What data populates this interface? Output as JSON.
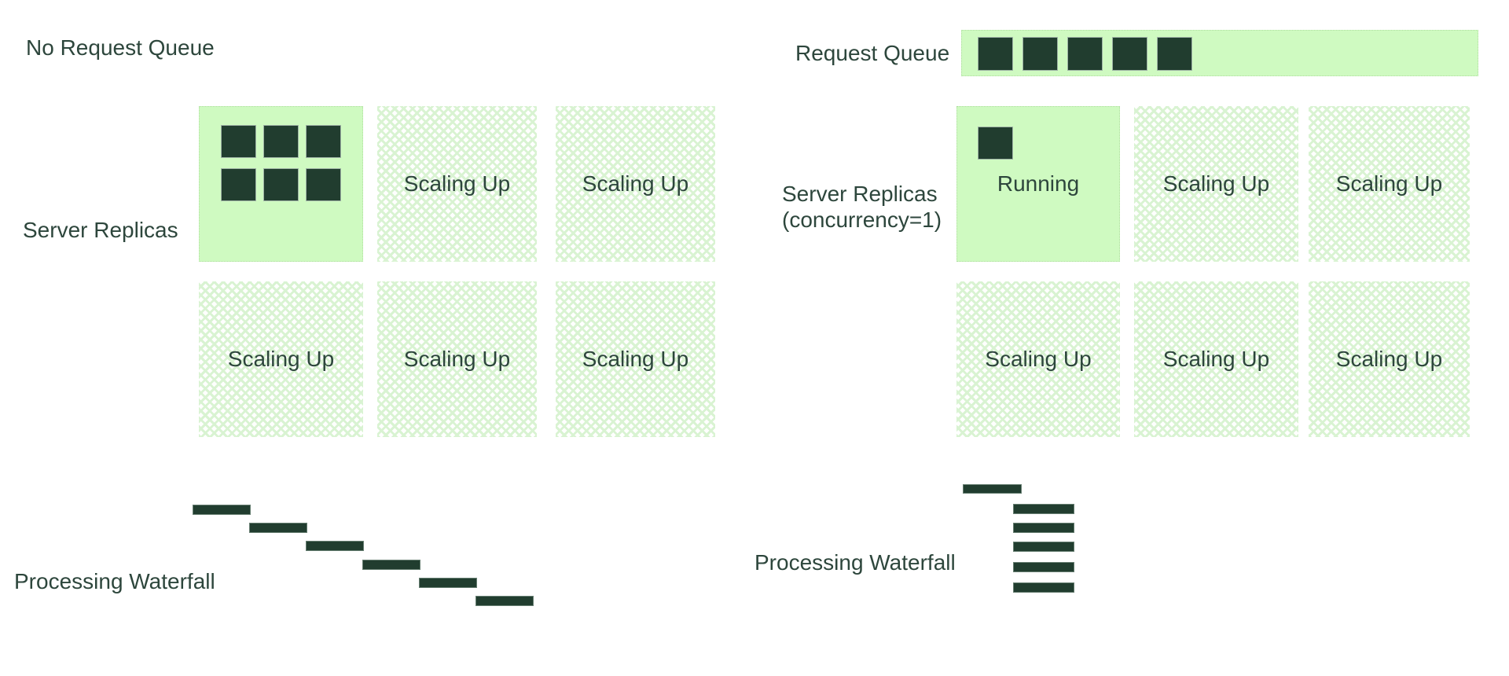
{
  "palette": {
    "solid_green": "#cffac1",
    "dark_green": "#213d2f",
    "hatch_green": "#d9f3d2",
    "text": "#2d463c"
  },
  "left": {
    "title": "No Request Queue",
    "replicas_label": "Server Replicas",
    "replica_grid": [
      {
        "state": "running",
        "label": "",
        "replica_count": 6
      },
      {
        "state": "scaling",
        "label": "Scaling Up"
      },
      {
        "state": "scaling",
        "label": "Scaling Up"
      },
      {
        "state": "scaling",
        "label": "Scaling Up"
      },
      {
        "state": "scaling",
        "label": "Scaling Up"
      },
      {
        "state": "scaling",
        "label": "Scaling Up"
      }
    ],
    "waterfall": {
      "label": "Processing Waterfall",
      "bar_count": 6,
      "pattern": "sequential-staircase"
    }
  },
  "right": {
    "queue": {
      "label": "Request Queue",
      "queued_requests": 5
    },
    "replicas_label_line1": "Server Replicas",
    "replicas_label_line2": "(concurrency=1)",
    "replica_grid": [
      {
        "state": "running",
        "label": "Running",
        "replica_count": 1
      },
      {
        "state": "scaling",
        "label": "Scaling Up"
      },
      {
        "state": "scaling",
        "label": "Scaling Up"
      },
      {
        "state": "scaling",
        "label": "Scaling Up"
      },
      {
        "state": "scaling",
        "label": "Scaling Up"
      },
      {
        "state": "scaling",
        "label": "Scaling Up"
      }
    ],
    "waterfall": {
      "label": "Processing Waterfall",
      "bar_count": 6,
      "pattern": "parallel-stack"
    }
  }
}
